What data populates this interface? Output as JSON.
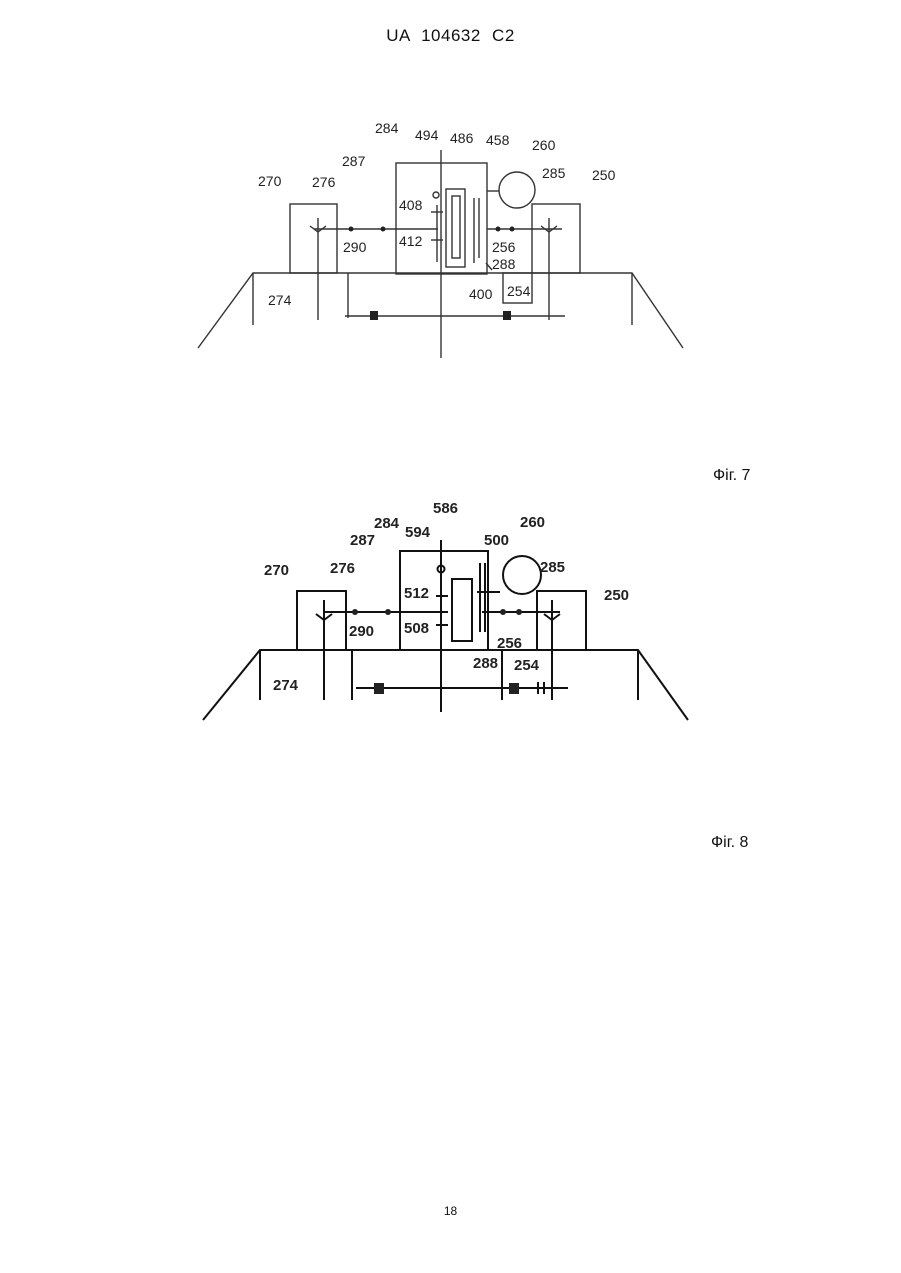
{
  "header": "UA  104632  C2",
  "page_number": "18",
  "figures": [
    {
      "caption": "Фіг. 7",
      "labels": {
        "l284": "284",
        "l494": "494",
        "l486": "486",
        "l458": "458",
        "l260": "260",
        "l287": "287",
        "l285": "285",
        "l270": "270",
        "l276": "276",
        "l250": "250",
        "l408": "408",
        "l412": "412",
        "l290": "290",
        "l256": "256",
        "l288": "288",
        "l274": "274",
        "l254": "254",
        "l400": "400"
      }
    },
    {
      "caption": "Фіг. 8",
      "labels": {
        "l586": "586",
        "l284": "284",
        "l594": "594",
        "l260": "260",
        "l287": "287",
        "l500": "500",
        "l270": "270",
        "l276": "276",
        "l285": "285",
        "l250": "250",
        "l512": "512",
        "l508": "508",
        "l290": "290",
        "l256": "256",
        "l288": "288",
        "l274": "274",
        "l254": "254"
      }
    }
  ]
}
